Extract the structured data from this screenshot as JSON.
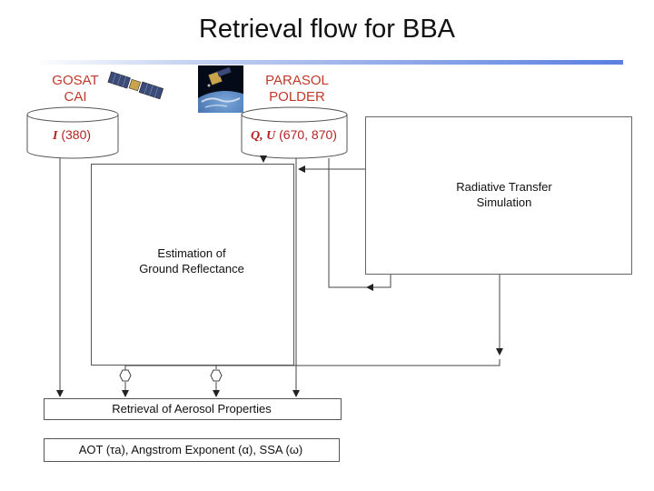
{
  "title": "Retrieval flow for BBA",
  "sources": {
    "gosat": {
      "line1": "GOSAT",
      "line2": "CAI",
      "var": "I",
      "vals": "(380)",
      "icon": "satellite-icon"
    },
    "parasol": {
      "line1": "PARASOL",
      "line2": "POLDER",
      "var": "Q, U",
      "vals": "(670, 870)",
      "icon": "earth-satellite-image"
    }
  },
  "boxes": {
    "rt_line1": "Radiative Transfer",
    "rt_line2": "Simulation",
    "est_line1": "Estimation of",
    "est_line2": "Ground Reflectance",
    "retrieval": "Retrieval of Aerosol Properties",
    "output": "AOT (τa),  Angstrom Exponent  (α),  SSA (ω)"
  },
  "colors": {
    "label_red": "#c0392b",
    "rule_blue": "#5a7fe0",
    "line": "#555555"
  }
}
